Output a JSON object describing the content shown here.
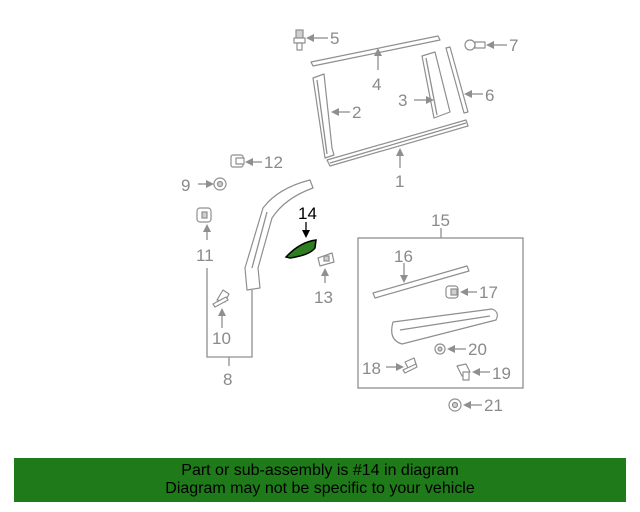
{
  "diagram": {
    "callouts": {
      "c1": "1",
      "c2": "2",
      "c3": "3",
      "c4": "4",
      "c5": "5",
      "c6": "6",
      "c7": "7",
      "c8": "8",
      "c9": "9",
      "c10": "10",
      "c11": "11",
      "c12": "12",
      "c13": "13",
      "c14": "14",
      "c15": "15",
      "c16": "16",
      "c17": "17",
      "c18": "18",
      "c19": "19",
      "c20": "20",
      "c21": "21"
    },
    "highlighted_part": "14",
    "highlight_color": "#2e7d1e"
  },
  "footer": {
    "line1": "Part or sub-assembly is #14 in diagram",
    "line2": "Diagram may not be specific to your vehicle",
    "background": "#1f7a1a"
  }
}
